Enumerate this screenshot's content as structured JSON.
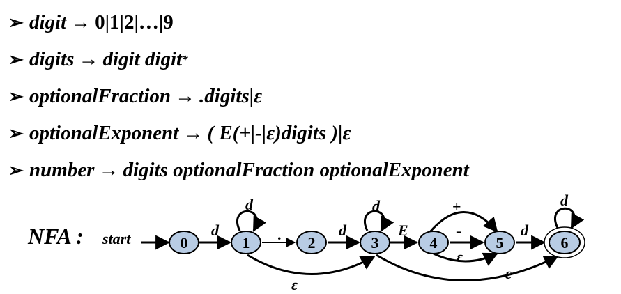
{
  "rules": [
    {
      "bullet": "➢",
      "lhs": "digit",
      "arrow": "→",
      "rhs_upright": "0|1|2|…|9",
      "rhs_italic": "",
      "rhs_sup": ""
    },
    {
      "bullet": "➢",
      "lhs": "digits",
      "arrow": "→",
      "rhs_upright": "",
      "rhs_italic": "digit digit",
      "rhs_sup": "*"
    },
    {
      "bullet": "➢",
      "lhs": "optionalFraction",
      "arrow": "→",
      "rhs_upright": "",
      "rhs_italic": ".digits|ε",
      "rhs_sup": ""
    },
    {
      "bullet": "➢",
      "lhs": "optionalExponent",
      "arrow": "→",
      "rhs_upright": "",
      "rhs_italic": "( E(+|-|ε)digits )|ε",
      "rhs_sup": ""
    },
    {
      "bullet": "➢",
      "lhs": "number",
      "arrow": "→",
      "rhs_upright": "",
      "rhs_italic": "digits  optionalFraction  optionalExponent",
      "rhs_sup": ""
    }
  ],
  "nfa": {
    "label": "NFA :",
    "start_label": "start",
    "states": [
      "0",
      "1",
      "2",
      "3",
      "4",
      "5",
      "6"
    ],
    "accepting_state": "6",
    "transitions": [
      {
        "from": "0",
        "to": "1",
        "label": "d"
      },
      {
        "from": "1",
        "to": "1",
        "label": "d"
      },
      {
        "from": "1",
        "to": "2",
        "label": "."
      },
      {
        "from": "2",
        "to": "3",
        "label": "d"
      },
      {
        "from": "3",
        "to": "3",
        "label": "d"
      },
      {
        "from": "3",
        "to": "4",
        "label": "E"
      },
      {
        "from": "4",
        "to": "5",
        "label": "+"
      },
      {
        "from": "4",
        "to": "5",
        "label": "-"
      },
      {
        "from": "4",
        "to": "5",
        "label": "ε"
      },
      {
        "from": "5",
        "to": "6",
        "label": "d"
      },
      {
        "from": "6",
        "to": "6",
        "label": "d"
      },
      {
        "from": "1",
        "to": "3",
        "label": "ε"
      },
      {
        "from": "3",
        "to": "6",
        "label": "ε"
      }
    ],
    "colors": {
      "state_fill": "#b8cce4",
      "stroke": "#000000"
    }
  }
}
